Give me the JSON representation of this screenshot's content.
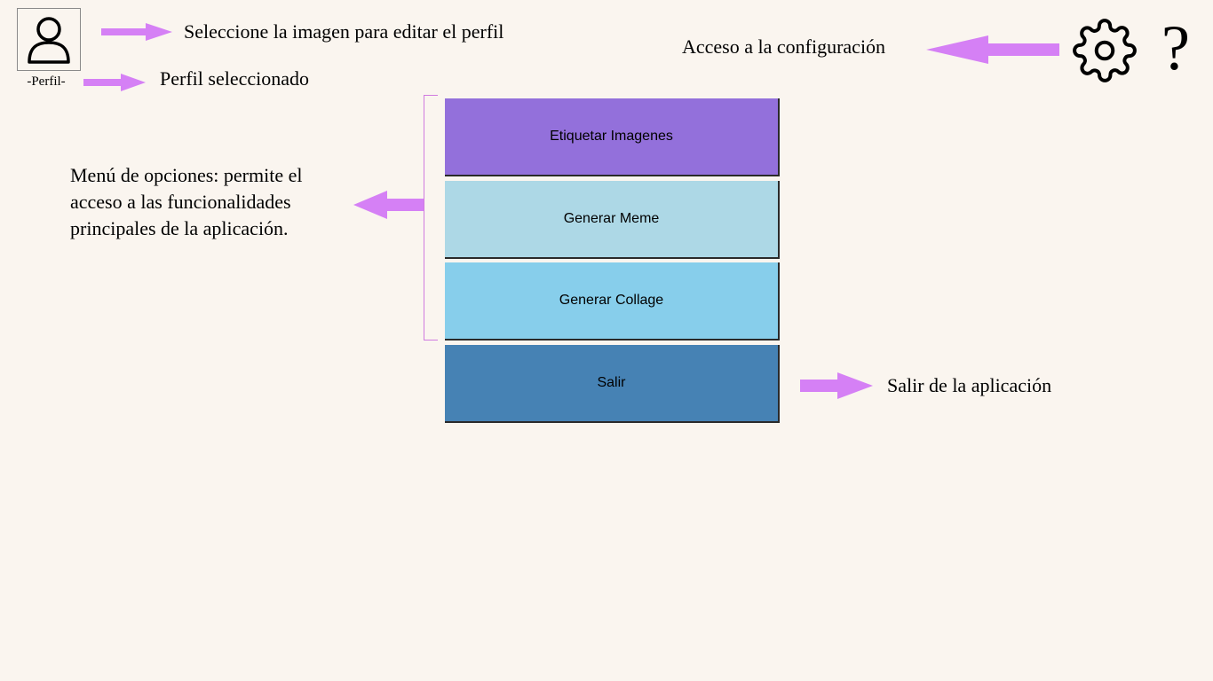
{
  "profile": {
    "caption": "-Perfil-",
    "icon": "user-icon"
  },
  "annotations": {
    "select_image": "Seleccione la imagen para editar el perfil",
    "profile_selected": "Perfil seleccionado",
    "settings_access": "Acceso a la configuración",
    "menu_description": "Menú de opciones: permite el acceso a las funcionalidades principales de la aplicación.",
    "exit_description": "Salir de la aplicación"
  },
  "toolbar": {
    "settings_icon": "gear-icon",
    "help_label": "?"
  },
  "menu": {
    "items": [
      {
        "label": "Etiquetar Imagenes",
        "color": "#9370DB"
      },
      {
        "label": "Generar Meme",
        "color": "#ADD8E6"
      },
      {
        "label": "Generar Collage",
        "color": "#87CEEB"
      },
      {
        "label": "Salir",
        "color": "#4682B4"
      }
    ]
  },
  "colors": {
    "background": "#FAF5EF",
    "arrow": "#D580F5"
  }
}
